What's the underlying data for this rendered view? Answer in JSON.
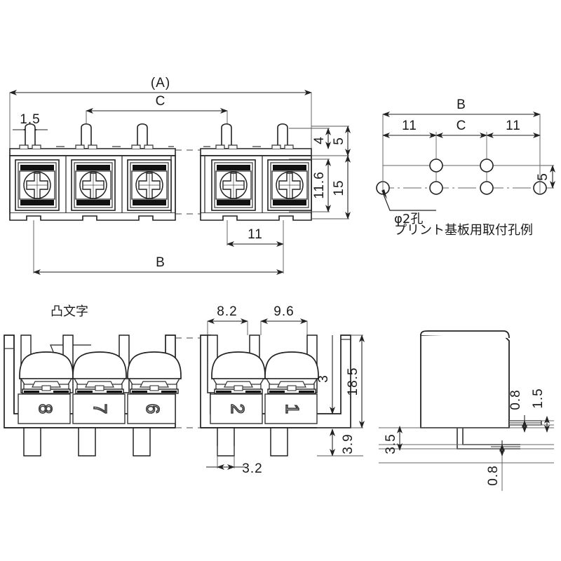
{
  "drawing": {
    "title": "terminal-block-dimension-drawing",
    "units": "mm",
    "line_color": "#222222",
    "thin_color": "#555555",
    "views": {
      "front": {
        "name": "front-view",
        "dimensions": {
          "overall_a": "(A)",
          "pitch_edge": "1.5",
          "center_span": "C",
          "body_b": "B",
          "pitch": "11",
          "tab_height": "4",
          "top_offset": "5",
          "body_height": "11.6",
          "total_height": "15"
        }
      },
      "pcb_pattern": {
        "name": "pcb-hole-pattern-view",
        "dimensions": {
          "overall_b": "B",
          "left_11": "11",
          "center_c": "C",
          "right_11": "11",
          "row_gap": "5"
        },
        "hole_note": "φ2孔",
        "caption": "プリント基板用取付孔例"
      },
      "top": {
        "name": "top-view",
        "note": "凸文字",
        "dimensions": {
          "width_82": "8.2",
          "width_96": "9.6",
          "height_185": "18.5",
          "height_3": "3",
          "height_39": "3.9",
          "pin_width": "3.2"
        },
        "terminal_numbers": [
          "8",
          "7",
          "6",
          "2",
          "1"
        ]
      },
      "side": {
        "name": "side-view",
        "dimensions": {
          "thickness_08_top": "0.8",
          "height_15": "1.5",
          "height_35": "3.5",
          "thickness_08_bottom": "0.8"
        }
      }
    }
  }
}
